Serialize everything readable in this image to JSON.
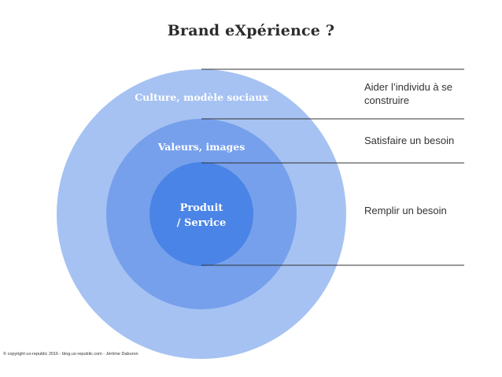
{
  "title": "Brand eXpérience ?",
  "colors": {
    "outer_circle": "#a6c2f2",
    "middle_circle": "#76a0ec",
    "inner_circle": "#4a84e6",
    "lines": "#333333"
  },
  "rings": {
    "outer": {
      "label": "Culture, modèle sociaux"
    },
    "middle": {
      "label": "Valeurs, images"
    },
    "inner": {
      "label_line1": "Produit",
      "label_line2": "/ Service"
    }
  },
  "side_labels": {
    "construire_line1": "Aider l’individu à se",
    "construire_line2": "construire",
    "satisfaire": "Satisfaire un besoin",
    "remplir": "Remplir un besoin"
  },
  "footer": {
    "copyright": "© copyright ux-republic 2016 - blog.ux-republic.com - Jérôme Daburon"
  }
}
